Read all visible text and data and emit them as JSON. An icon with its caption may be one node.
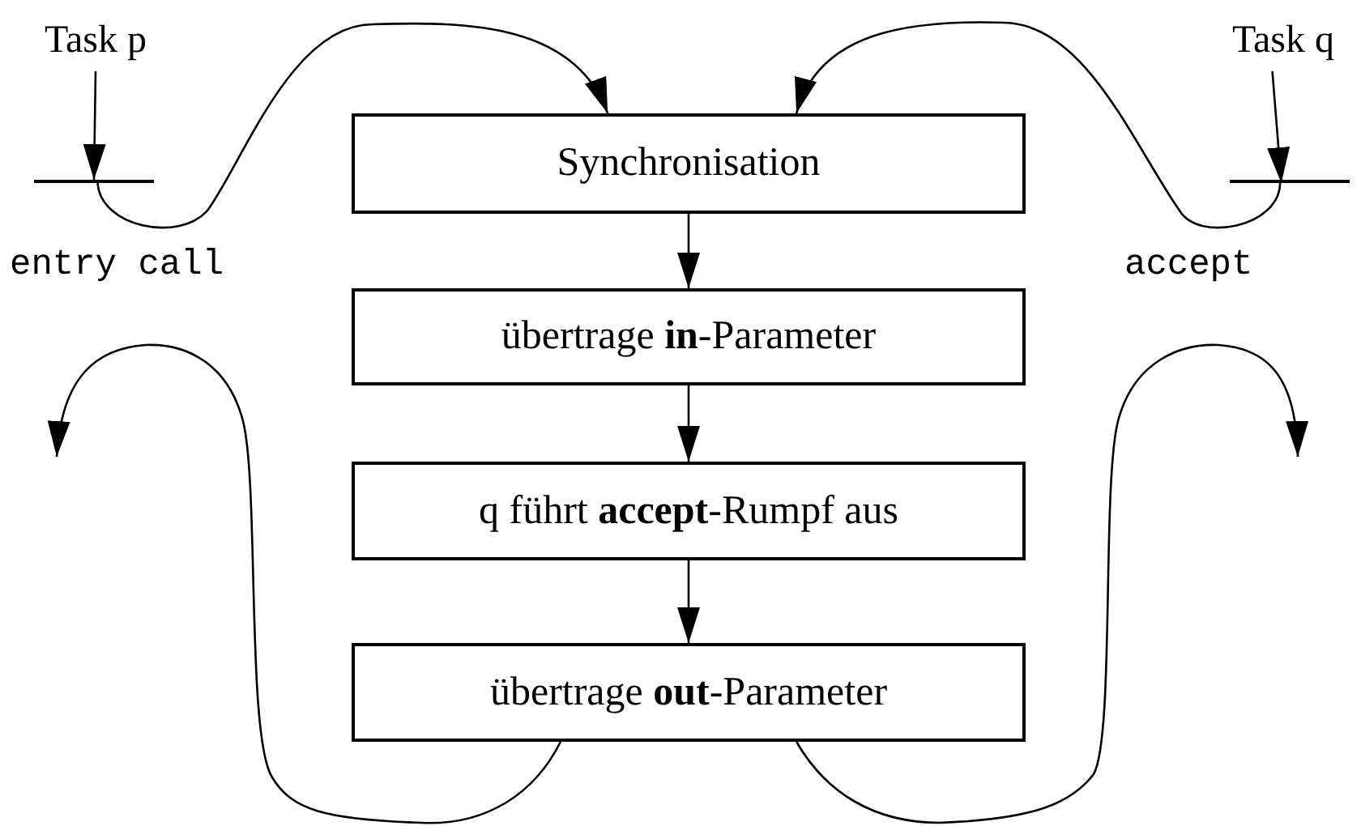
{
  "diagram": {
    "nodes": [
      {
        "text": [
          "Task p"
        ]
      },
      {
        "text": [],
        "shape": "bar",
        "beside": [
          "entry call"
        ]
      },
      {
        "text": [
          "Task q"
        ]
      },
      {
        "text": [],
        "shape": "bar",
        "beside": [
          "accept"
        ]
      },
      {
        "text": [
          "Synchronisation"
        ]
      },
      {
        "text": [
          "übertrage **in**-Parameter"
        ]
      },
      {
        "text": [
          "q führt **accept**-Rumpf aus"
        ]
      },
      {
        "text": [
          "übertrage **out**-Parameter"
        ]
      }
    ],
    "edges": [
      {
        "from": 0,
        "to": 1,
        "arrow": "to"
      },
      {
        "from": 1,
        "to": 4,
        "arrow": "to"
      },
      {
        "from": 2,
        "to": 3,
        "arrow": "to"
      },
      {
        "from": 3,
        "to": 4,
        "arrow": "to"
      },
      {
        "from": 4,
        "to": 5,
        "arrow": "to"
      },
      {
        "from": 5,
        "to": 6,
        "arrow": "to"
      },
      {
        "from": 6,
        "to": 7,
        "arrow": "to"
      },
      {
        "from": 7,
        "to": null,
        "arrow": "to"
      },
      {
        "from": 7,
        "to": null,
        "arrow": "to"
      }
    ]
  }
}
